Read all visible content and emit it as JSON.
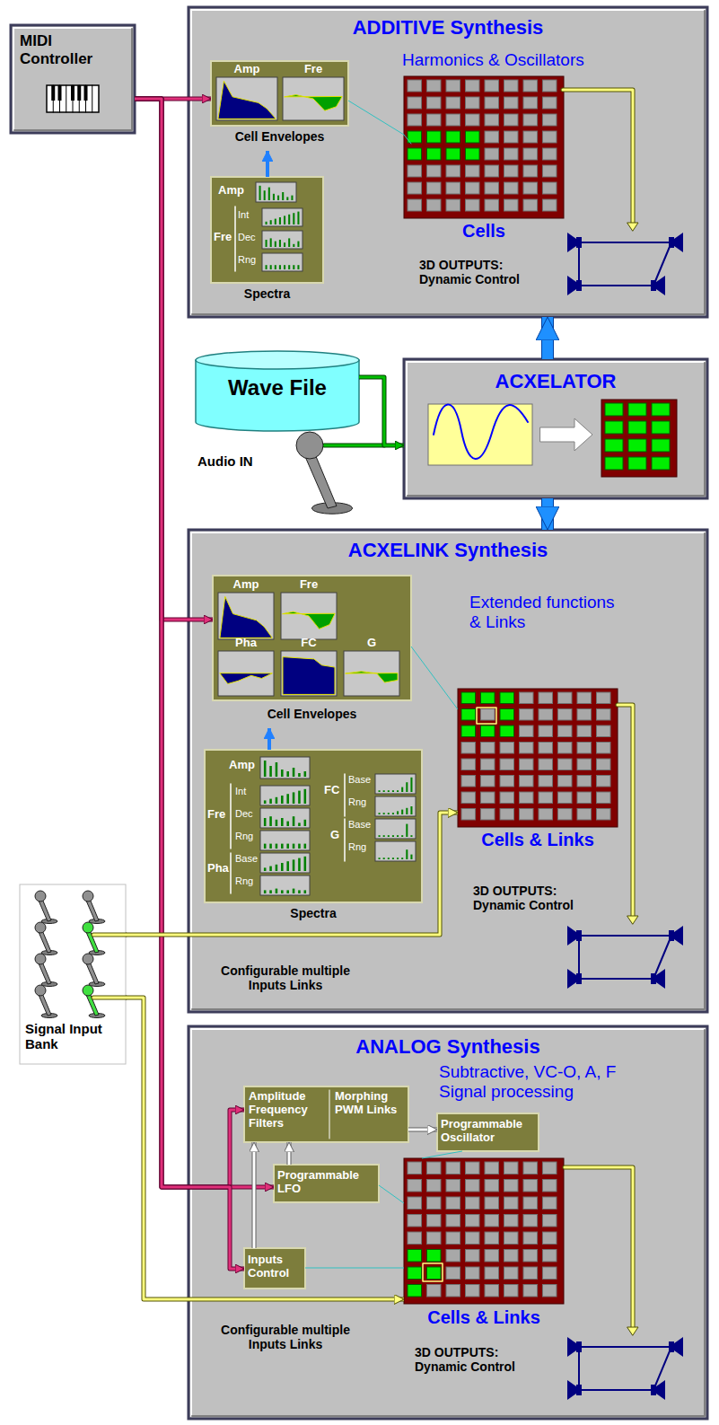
{
  "diagram": {
    "nodes": [
      {
        "text": [
          "MIDI Controller"
        ]
      },
      {
        "text": [
          "ADDITIVE Synthesis",
          "Harmonics & Oscillators",
          "3D OUTPUTS: Dynamic Control"
        ]
      },
      {
        "text": [
          "Amp",
          "Fre",
          "Cell Envelopes"
        ],
        "in": 1
      },
      {
        "text": [
          "Amp",
          "Fre",
          "Int",
          "Dec",
          "Rng",
          "Spectra"
        ],
        "in": 1
      },
      {
        "text": [
          "Cells"
        ],
        "in": 1
      },
      {
        "text": [
          "Wave File"
        ]
      },
      {
        "text": [
          "ACXELATOR"
        ]
      },
      {
        "text": [
          "ACXELINK Synthesis",
          "Extended functions & Links",
          "3D OUTPUTS: Dynamic Control",
          "Configurable multiple Inputs Links"
        ]
      },
      {
        "text": [
          "Amp",
          "Fre",
          "Pha",
          "FC",
          "G",
          "Cell Envelopes"
        ],
        "in": 7
      },
      {
        "text": [
          "Amp",
          "Fre",
          "Int",
          "Dec",
          "Rng",
          "Pha",
          "Base",
          "Rng",
          "FC",
          "Base",
          "Rng",
          "G",
          "Base",
          "Rng",
          "Spectra"
        ],
        "in": 7
      },
      {
        "text": [
          "Cells & Links"
        ],
        "in": 7
      },
      {
        "text": [
          "Signal Input Bank"
        ]
      },
      {
        "text": [
          "ANALOG Synthesis",
          "Subtractive, VC-O, A, F Signal processing",
          "Configurable multiple Inputs Links",
          "3D OUTPUTS: Dynamic Control"
        ]
      },
      {
        "text": [
          "Amplitude Frequency Filters",
          "Morphing PWM Links"
        ],
        "in": 12
      },
      {
        "text": [
          "Programmable Oscillator"
        ],
        "in": 12
      },
      {
        "text": [
          "Programmable LFO"
        ],
        "in": 12
      },
      {
        "text": [
          "Inputs Control"
        ],
        "in": 12
      },
      {
        "text": [
          "Cells & Links"
        ],
        "in": 12
      }
    ],
    "edges": [
      {
        "from": 0,
        "to": 2,
        "arrow": "to"
      },
      {
        "from": 0,
        "to": 8,
        "arrow": "to"
      },
      {
        "from": 0,
        "to": 13,
        "arrow": "to"
      },
      {
        "from": 0,
        "to": 15,
        "arrow": "to"
      },
      {
        "from": 0,
        "to": 16,
        "arrow": "to"
      },
      {
        "from": 3,
        "to": 2,
        "arrow": "to"
      },
      {
        "from": 2,
        "to": 4,
        "arrow": "none"
      },
      {
        "from": 5,
        "to": 6,
        "arrow": "to"
      },
      {
        "from": 6,
        "to": 1,
        "arrow": "to"
      },
      {
        "from": 6,
        "to": 7,
        "arrow": "to"
      },
      {
        "from": 9,
        "to": 8,
        "arrow": "to"
      },
      {
        "from": 8,
        "to": 10,
        "arrow": "none"
      },
      {
        "from": 11,
        "to": 10,
        "arrow": "to"
      },
      {
        "from": 11,
        "to": 17,
        "arrow": "to"
      },
      {
        "from": 13,
        "to": 14,
        "arrow": "to"
      },
      {
        "from": 15,
        "to": 13,
        "arrow": "to"
      },
      {
        "from": 16,
        "to": 13,
        "arrow": "to"
      },
      {
        "from": 14,
        "to": 17,
        "arrow": "none"
      },
      {
        "from": 15,
        "to": 17,
        "arrow": "none"
      },
      {
        "from": 16,
        "to": 17,
        "arrow": "none"
      }
    ],
    "labels": [
      "Audio IN"
    ]
  }
}
